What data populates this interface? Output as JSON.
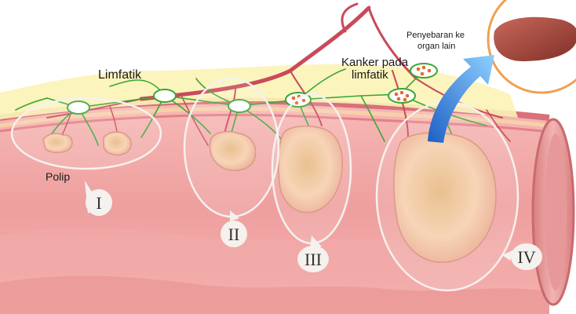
{
  "labels": {
    "lymphatic": "Limfatik",
    "cancer_in_lymphatic_line1": "Kanker pada",
    "cancer_in_lymphatic_line2": "limfatik",
    "spread_line1": "Penyebaran ke",
    "spread_line2": "organ lain",
    "polyp": "Polip"
  },
  "stages": [
    "I",
    "II",
    "III",
    "IV"
  ],
  "colors": {
    "lymph_band": "#fbf3b6",
    "lymph_vessel": "#3aa635",
    "blood_vessel": "#c94a5a",
    "mucosa": "#f0a9a7",
    "tumor": "#f4c9a0",
    "arrow": "#2b7bd8",
    "liver_ring": "#f0a050",
    "liver": "#a84a3c"
  },
  "icons": [
    "liver-icon",
    "spread-arrow-icon"
  ]
}
